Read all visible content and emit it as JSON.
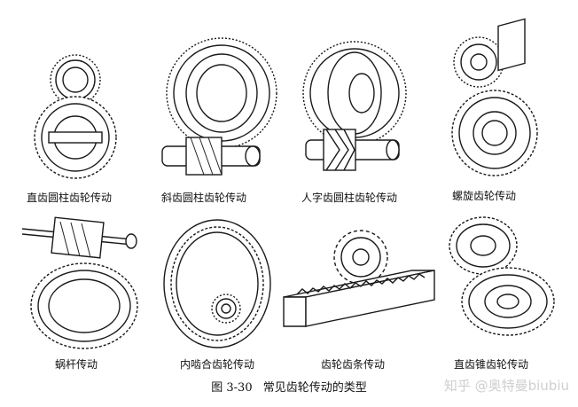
{
  "figure": {
    "number": "图 3-30",
    "title": "常见齿轮传动的类型"
  },
  "panels": [
    {
      "id": "spur",
      "label": "直齿圆柱齿轮传动"
    },
    {
      "id": "helical",
      "label": "斜齿圆柱齿轮传动"
    },
    {
      "id": "herringbone",
      "label": "人字齿圆柱齿轮传动"
    },
    {
      "id": "crossed-helical",
      "label": "螺旋齿轮传动"
    },
    {
      "id": "worm",
      "label": "蜗杆传动"
    },
    {
      "id": "internal",
      "label": "内啮合齿轮传动"
    },
    {
      "id": "rack",
      "label": "齿轮齿条传动"
    },
    {
      "id": "bevel",
      "label": "直齿锥齿轮传动"
    }
  ],
  "watermark": "知乎 @奥特曼biubiu"
}
